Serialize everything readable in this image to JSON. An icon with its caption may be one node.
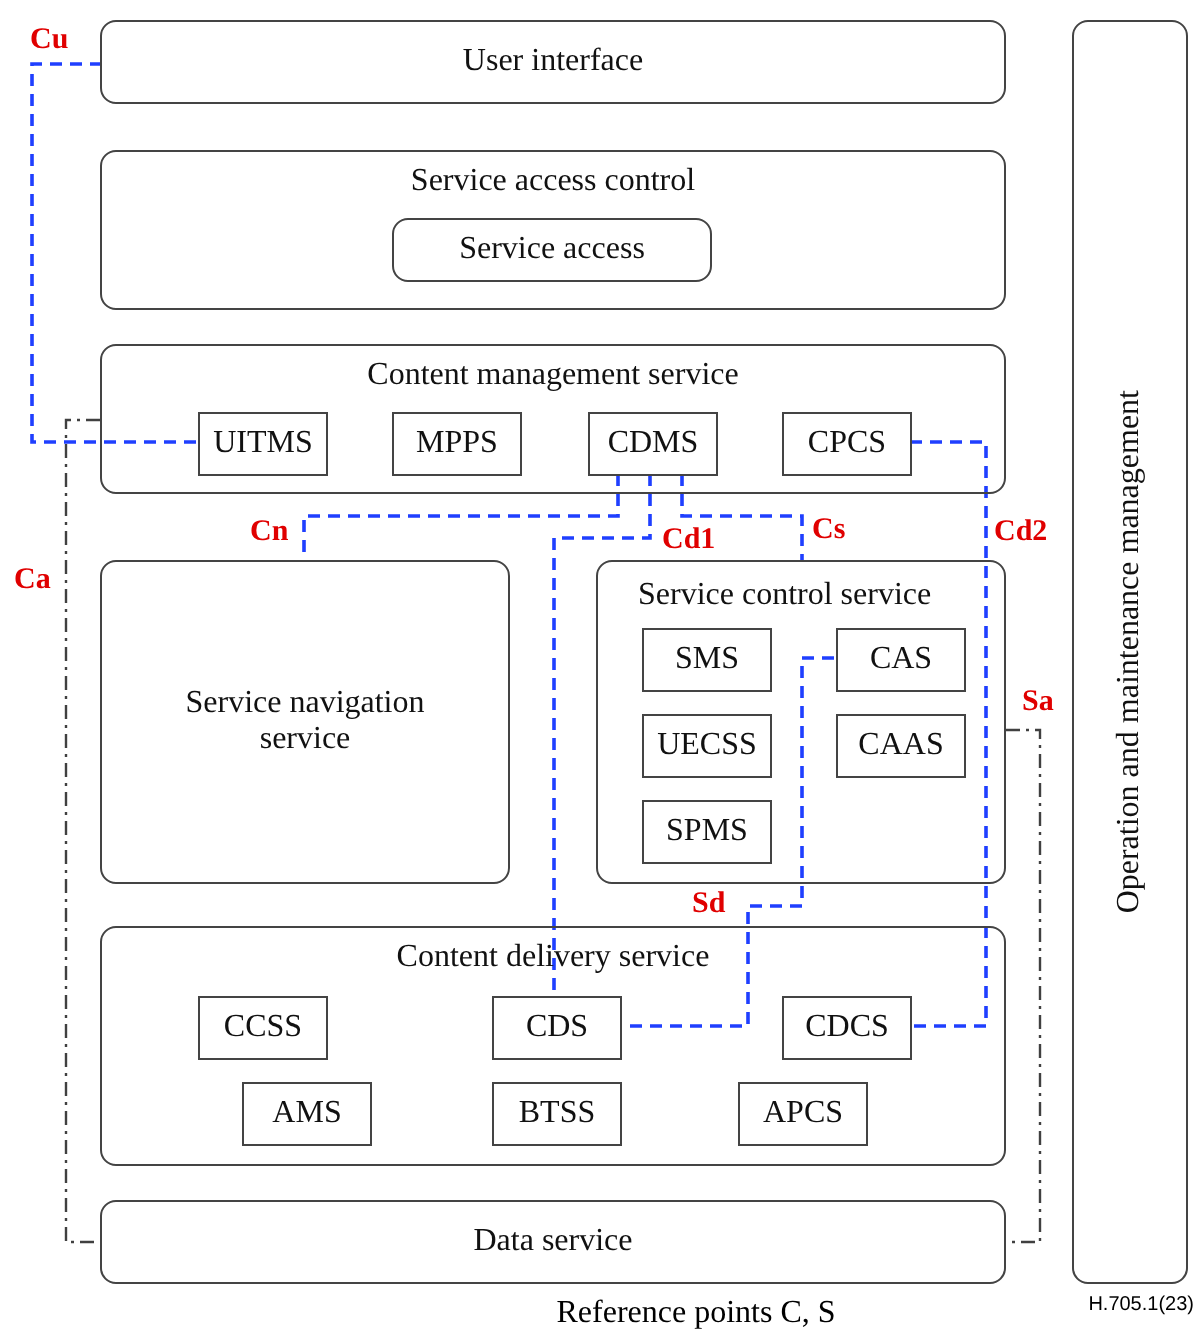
{
  "diagram": {
    "caption": "Reference points C, S",
    "nodes": [
      {
        "text": [
          "User interface"
        ]
      },
      {
        "text": [
          "Service access control"
        ]
      },
      {
        "text": [
          "Service access"
        ],
        "in": 1
      },
      {
        "text": [
          "Content management service"
        ]
      },
      {
        "text": [
          "UITMS"
        ],
        "in": 3
      },
      {
        "text": [
          "MPPS"
        ],
        "in": 3
      },
      {
        "text": [
          "CDMS"
        ],
        "in": 3
      },
      {
        "text": [
          "CPCS"
        ],
        "in": 3
      },
      {
        "text": [
          "Service navigation service"
        ]
      },
      {
        "text": [
          "Service control service"
        ]
      },
      {
        "text": [
          "SMS"
        ],
        "in": 9
      },
      {
        "text": [
          "CAS"
        ],
        "in": 9
      },
      {
        "text": [
          "UECSS"
        ],
        "in": 9
      },
      {
        "text": [
          "CAAS"
        ],
        "in": 9
      },
      {
        "text": [
          "SPMS"
        ],
        "in": 9
      },
      {
        "text": [
          "Content delivery service"
        ]
      },
      {
        "text": [
          "CCSS"
        ],
        "in": 15
      },
      {
        "text": [
          "CDS"
        ],
        "in": 15
      },
      {
        "text": [
          "CDCS"
        ],
        "in": 15
      },
      {
        "text": [
          "AMS"
        ],
        "in": 15
      },
      {
        "text": [
          "BTSS"
        ],
        "in": 15
      },
      {
        "text": [
          "APCS"
        ],
        "in": 15
      },
      {
        "text": [
          "Data service"
        ]
      },
      {
        "text": [
          "Operation and maintenance management"
        ]
      }
    ],
    "edges": [
      {
        "from": 4,
        "to": 0,
        "arrow": "none",
        "label": "Cu",
        "style": "dashed"
      },
      {
        "from": 6,
        "to": 8,
        "arrow": "none",
        "label": "Cn",
        "style": "dashed"
      },
      {
        "from": 6,
        "to": 17,
        "arrow": "none",
        "label": "Cd1",
        "style": "dashed"
      },
      {
        "from": 6,
        "to": 9,
        "arrow": "none",
        "label": "Cs",
        "style": "dashed"
      },
      {
        "from": 7,
        "to": 18,
        "arrow": "none",
        "label": "Cd2",
        "style": "dashed"
      },
      {
        "from": 11,
        "to": 17,
        "arrow": "none",
        "label": "Sd",
        "style": "dashed"
      },
      {
        "from": 3,
        "to": 22,
        "arrow": "none",
        "label": "Ca",
        "style": "dashed",
        "color": "#404040"
      },
      {
        "from": 9,
        "to": 22,
        "arrow": "none",
        "label": "Sa",
        "style": "dashed",
        "color": "#404040"
      }
    ],
    "labels": [
      "H.705.1(23)"
    ]
  }
}
